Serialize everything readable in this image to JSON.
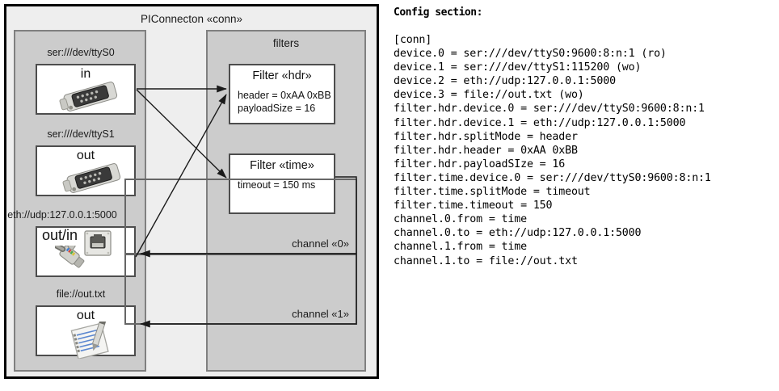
{
  "diagram": {
    "title": "PIConnecton «conn»",
    "filters_panel_title": "filters",
    "devices": [
      {
        "label": "ser:///dev/ttyS0",
        "box_title": "in",
        "icon": "serial-port-icon"
      },
      {
        "label": "ser:///dev/ttyS1",
        "box_title": "out",
        "icon": "serial-port-icon"
      },
      {
        "label": "eth://udp:127.0.0.1:5000",
        "box_title": "out/in",
        "icon": "ethernet-jack-icon"
      },
      {
        "label": "file://out.txt",
        "box_title": "out",
        "icon": "text-file-icon"
      }
    ],
    "filters": [
      {
        "title": "Filter «hdr»",
        "props": [
          "header = 0xAA 0xBB",
          "payloadSize = 16"
        ]
      },
      {
        "title": "Filter «time»",
        "props": [
          "timeout = 150 ms"
        ]
      }
    ],
    "channels": [
      {
        "label": "channel «0»"
      },
      {
        "label": "channel «1»"
      }
    ],
    "colors": {
      "outer_panel": "#eeeeee",
      "inner_panel": "#cccccc",
      "panel_border": "#808080",
      "box_border": "#4d4d4d",
      "frame_border": "#000000",
      "edge": "#1a1a1a"
    }
  },
  "config": {
    "heading": "Config section:",
    "lines": [
      "[conn]",
      "device.0 = ser:///dev/ttyS0:9600:8:n:1 (ro)",
      "device.1 = ser:///dev/ttyS1:115200 (wo)",
      "device.2 = eth://udp:127.0.0.1:5000",
      "device.3 = file://out.txt (wo)",
      "filter.hdr.device.0 = ser:///dev/ttyS0:9600:8:n:1",
      "filter.hdr.device.1 = eth://udp:127.0.0.1:5000",
      "filter.hdr.splitMode = header",
      "filter.hdr.header = 0xAA 0xBB",
      "filter.hdr.payloadSIze = 16",
      "filter.time.device.0 = ser:///dev/ttyS0:9600:8:n:1",
      "filter.time.splitMode = timeout",
      "filter.time.timeout = 150",
      "channel.0.from = time",
      "channel.0.to = eth://udp:127.0.0.1:5000",
      "channel.1.from = time",
      "channel.1.to = file://out.txt"
    ]
  }
}
